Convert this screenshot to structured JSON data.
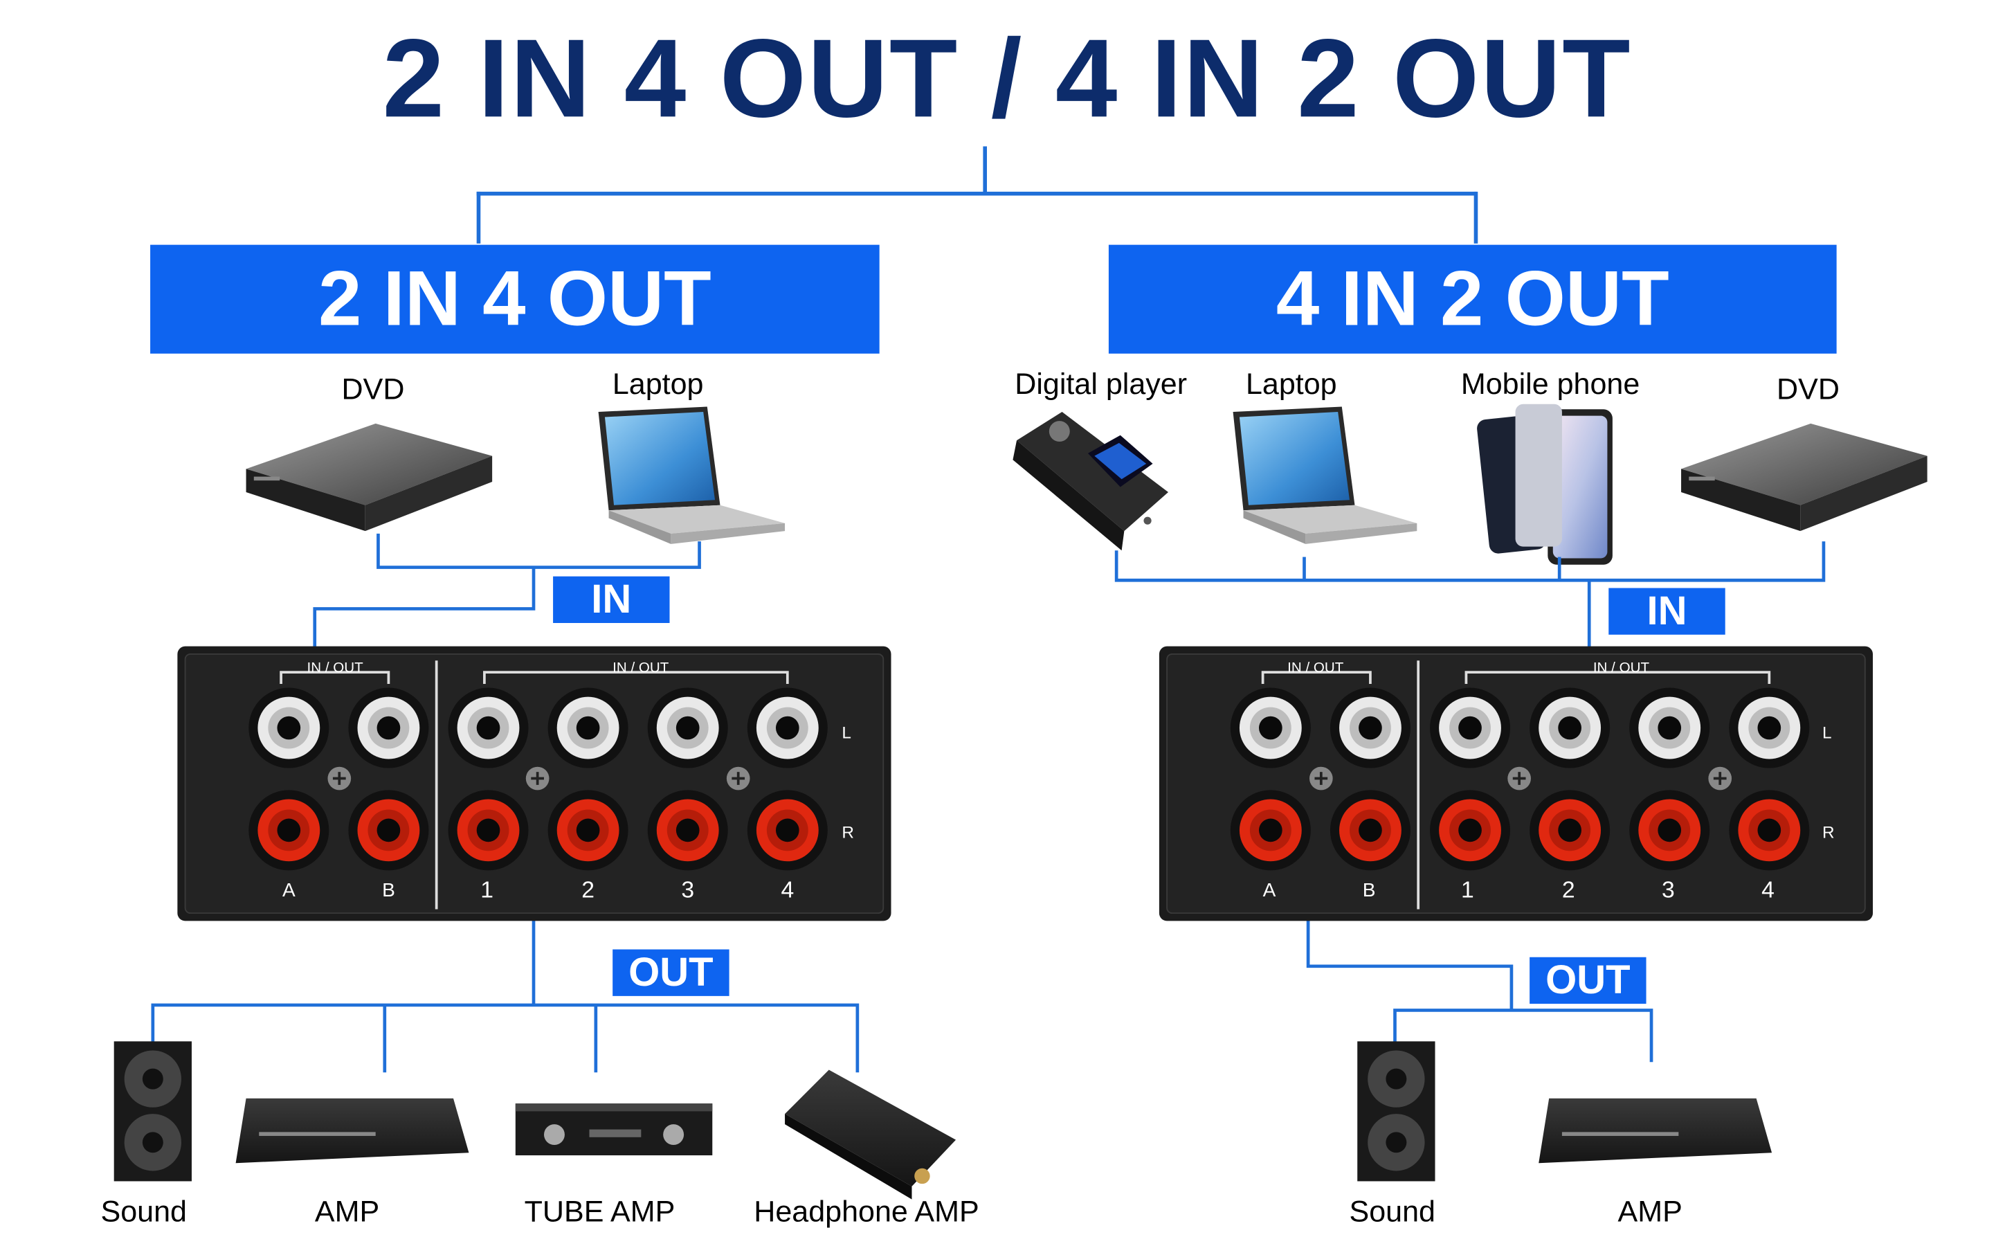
{
  "title": "2 IN 4 OUT / 4 IN 2 OUT",
  "accent_color": "#0e64f0",
  "title_color": "#0d2c6b",
  "left": {
    "banner": "2 IN 4 OUT",
    "in_tag": "IN",
    "out_tag": "OUT",
    "inputs": [
      "DVD",
      "Laptop"
    ],
    "outputs": [
      "Sound",
      "AMP",
      "TUBE AMP",
      "Headphone AMP"
    ]
  },
  "right": {
    "banner": "4 IN 2 OUT",
    "in_tag": "IN",
    "out_tag": "OUT",
    "inputs": [
      "Digital player",
      "Laptop",
      "Mobile phone",
      "DVD"
    ],
    "outputs": [
      "Sound",
      "AMP"
    ]
  },
  "switch_panel": {
    "group_label_left": "IN / OUT",
    "group_label_right": "IN / OUT",
    "port_labels": [
      "A",
      "B",
      "1",
      "2",
      "3",
      "4"
    ],
    "channel_labels": [
      "L",
      "R"
    ]
  }
}
